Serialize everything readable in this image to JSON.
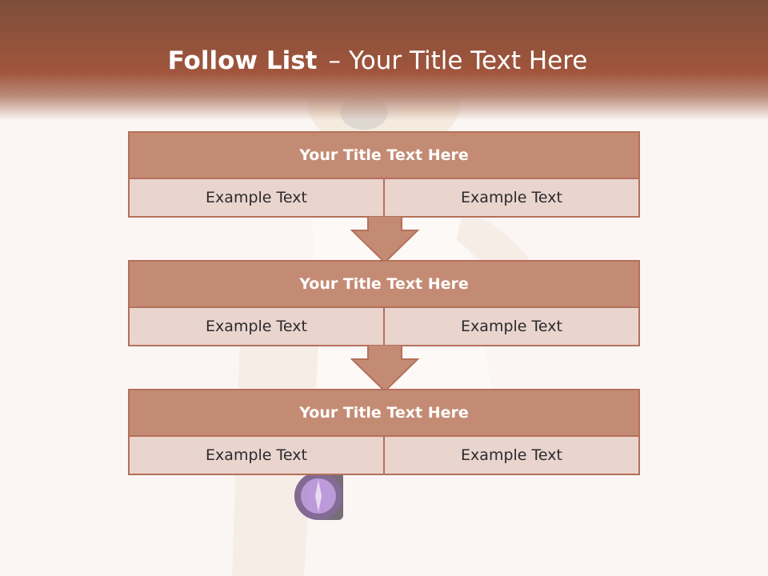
{
  "slide": {
    "title_bold": "Follow List",
    "title_dash": "–",
    "title_rest": "Your Title Text Here"
  },
  "steps": [
    {
      "title": "Your Title Text Here",
      "left": "Example Text",
      "right": "Example Text"
    },
    {
      "title": "Your Title Text Here",
      "left": "Example Text",
      "right": "Example Text"
    },
    {
      "title": "Your Title Text Here",
      "left": "Example Text",
      "right": "Example Text"
    }
  ],
  "colors": {
    "header": "#a0553c",
    "box_header": "#c48b74",
    "box_body": "#e9d4ce",
    "border": "#b4705a",
    "background": "#fbf6f3"
  }
}
